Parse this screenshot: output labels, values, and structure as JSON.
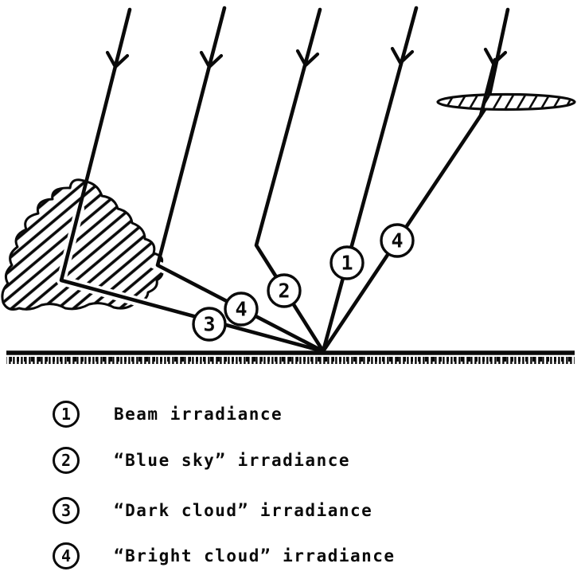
{
  "colors": {
    "ink": "#0a0a0a",
    "background": "#ffffff"
  },
  "diagram": {
    "marker_labels": [
      "1",
      "2",
      "3",
      "4",
      "4"
    ]
  },
  "legend": {
    "items": [
      {
        "number": "1",
        "label": "Beam irradiance"
      },
      {
        "number": "2",
        "label": "“Blue sky” irradiance"
      },
      {
        "number": "3",
        "label": "“Dark cloud” irradiance"
      },
      {
        "number": "4",
        "label": "“Bright cloud” irradiance"
      }
    ]
  }
}
